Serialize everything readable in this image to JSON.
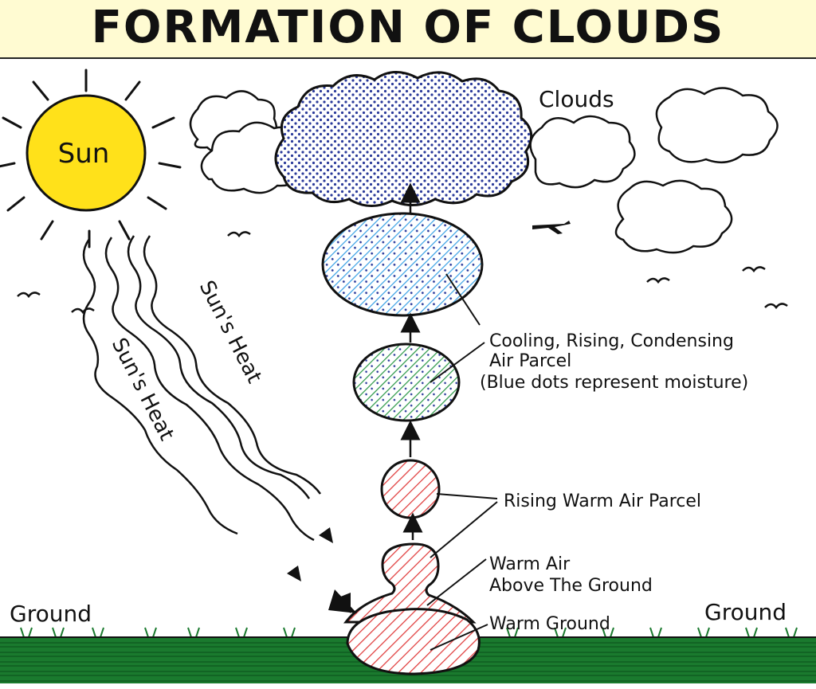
{
  "title": "FORMATION OF CLOUDS",
  "labels": {
    "sun": "Sun",
    "clouds": "Clouds",
    "suns_heat_1": "Sun's Heat",
    "suns_heat_2": "Sun's Heat",
    "cooling_line1": "Cooling, Rising, Condensing",
    "cooling_line2": "Air Parcel",
    "cooling_line3": "(Blue dots represent moisture)",
    "rising_warm": "Rising Warm Air Parcel",
    "warm_air_line1": "Warm Air",
    "warm_air_line2": "Above The Ground",
    "warm_ground": "Warm Ground",
    "ground_left": "Ground",
    "ground_right": "Ground"
  },
  "icons": [
    "sun-icon",
    "bird-icon",
    "airplane-icon",
    "cloud-icon",
    "grass"
  ],
  "colors": {
    "title_background": "#fffbd2",
    "sun": "#ffe11a",
    "storm_cloud_dots": "#2a3a9a",
    "cooling_parcel_stripes": "#3da3e6",
    "condensing_parcel_stripes": "#2e9a4a",
    "warm_parcel_stripes": "#e03b3b",
    "grass": "#1a7a2e"
  }
}
